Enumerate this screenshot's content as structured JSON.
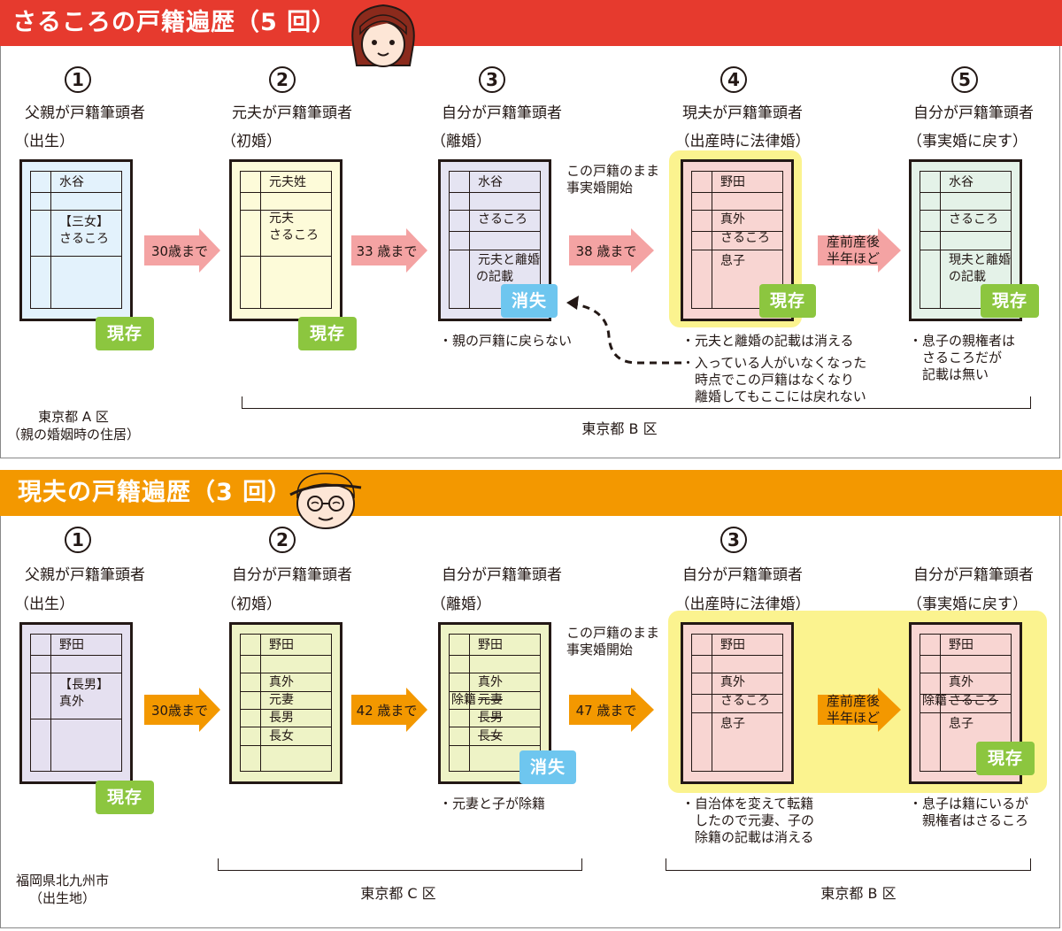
{
  "colors": {
    "sec1_banner": "#e63a2e",
    "sec2_banner": "#f39800",
    "pink_arrow": "#f4a3a3",
    "orange_arrow": "#f39800",
    "badge_green": "#8cc63f",
    "badge_blue": "#6ec6ef",
    "highlight_yellow": "#fbf38f"
  },
  "section1": {
    "title": "さるころの戸籍遍歴（5 回）",
    "steps": [
      {
        "num": "1",
        "head": "父親が戸籍筆頭者",
        "sub": "（出生）"
      },
      {
        "num": "2",
        "head": "元夫が戸籍筆頭者",
        "sub": "（初婚）"
      },
      {
        "num": "3",
        "head": "自分が戸籍筆頭者",
        "sub": "（離婚）"
      },
      {
        "num": "4",
        "head": "現夫が戸籍筆頭者",
        "sub": "（出産時に法律婚）"
      },
      {
        "num": "5",
        "head": "自分が戸籍筆頭者",
        "sub": "（事実婚に戻す）"
      }
    ],
    "cards": [
      {
        "color": "#e3f2fc",
        "lines": [
          "水谷",
          "【三女】",
          "さるころ"
        ]
      },
      {
        "color": "#fdfbd9",
        "lines": [
          "元夫姓",
          "元夫",
          "さるころ"
        ]
      },
      {
        "color": "#e5e4f2",
        "lines": [
          "水谷",
          "さるころ",
          "元夫と離婚",
          "の記載"
        ]
      },
      {
        "color": "#f8d5d2",
        "lines": [
          "野田",
          "真外",
          "さるころ",
          "息子"
        ]
      },
      {
        "color": "#e4f2e8",
        "lines": [
          "水谷",
          "さるころ",
          "現夫と離婚",
          "の記載"
        ]
      }
    ],
    "arrows": [
      {
        "text": "30歳まで"
      },
      {
        "text": "33 歳まで"
      },
      {
        "text": "38 歳まで"
      },
      {
        "line1": "産前産後",
        "line2": "半年ほど"
      }
    ],
    "badges": [
      "現存",
      "現存",
      "消失",
      "現存",
      "現存"
    ],
    "annotation": "この戸籍のまま\n事実婚開始",
    "notes": {
      "n3": "・親の戸籍に戻らない",
      "n4a": "・元夫と離婚の記載は消える",
      "n4b": "・入っている人がいなくなった\n　時点でこの戸籍はなくなり\n　離婚してもここには戻れない",
      "n5": "・息子の親権者は\n　さるころだが\n　記載は無い"
    },
    "locations": {
      "a": "東京都 A 区\n（親の婚姻時の住居）",
      "b": "東京都 B 区"
    }
  },
  "section2": {
    "title": "現夫の戸籍遍歴（3 回）",
    "steps": [
      {
        "num": "1",
        "head": "父親が戸籍筆頭者",
        "sub": "（出生）"
      },
      {
        "num": "2",
        "head": "自分が戸籍筆頭者",
        "sub": "（初婚）"
      },
      {
        "num": "",
        "head": "自分が戸籍筆頭者",
        "sub": "（離婚）"
      },
      {
        "num": "3",
        "head": "自分が戸籍筆頭者",
        "sub": "（出産時に法律婚）"
      },
      {
        "num": "",
        "head": "自分が戸籍筆頭者",
        "sub": "（事実婚に戻す）"
      }
    ],
    "cards": [
      {
        "color": "#e5e0f0",
        "lines": [
          "野田",
          "【長男】",
          "真外"
        ]
      },
      {
        "color": "#eef3c6",
        "lines": [
          "野田",
          "真外",
          "元妻",
          "長男",
          "長女"
        ]
      },
      {
        "color": "#eef3c6",
        "lines": [
          "野田",
          "真外",
          "元妻",
          "長男",
          "長女"
        ],
        "side": "除籍"
      },
      {
        "color": "#f8d5d2",
        "lines": [
          "野田",
          "真外",
          "さるころ",
          "息子"
        ]
      },
      {
        "color": "#f8d5d2",
        "lines": [
          "野田",
          "真外",
          "さるころ",
          "息子"
        ],
        "side": "除籍"
      }
    ],
    "arrows": [
      {
        "text": "30歳まで"
      },
      {
        "text": "42 歳まで"
      },
      {
        "text": "47 歳まで"
      },
      {
        "line1": "産前産後",
        "line2": "半年ほど"
      }
    ],
    "badges": [
      "現存",
      "消失",
      "現存"
    ],
    "annotation": "この戸籍のまま\n事実婚開始",
    "notes": {
      "n3": "・元妻と子が除籍",
      "n4": "・自治体を変えて転籍\n　したので元妻、子の\n　除籍の記載は消える",
      "n5": "・息子は籍にいるが\n　親権者はさるころ"
    },
    "locations": {
      "a": "福岡県北九州市\n（出生地）",
      "c": "東京都 C 区",
      "b": "東京都 B 区"
    }
  }
}
